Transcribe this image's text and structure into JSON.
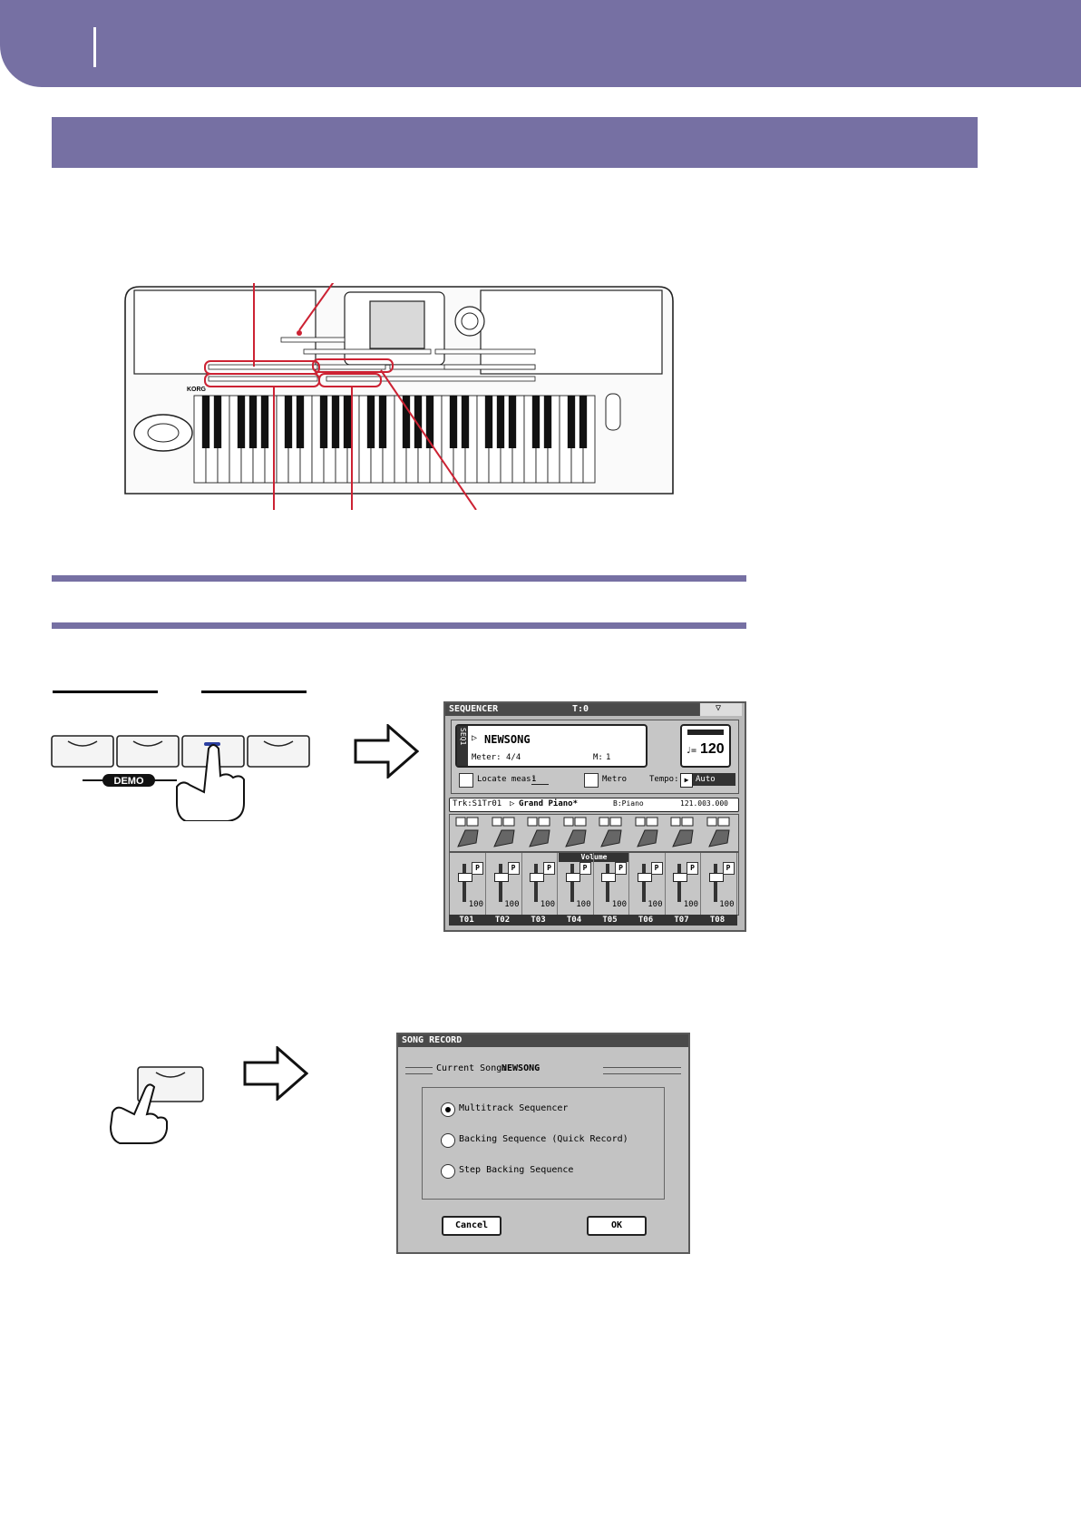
{
  "keyboard": {
    "brand": "KORG"
  },
  "demo_buttons": {
    "label": "DEMO"
  },
  "sequencer_screen": {
    "title": "SEQUENCER",
    "t_label": "T:0",
    "seq_label": "SEQ1",
    "song_name": "NEWSONG",
    "meter_label": "Meter:",
    "meter_value": "4/4",
    "measure_label": "M:",
    "measure_value": "1",
    "tempo_value": "120",
    "tempo_prefix": "♩=",
    "locate_label": "Locate meas:",
    "locate_value": "1",
    "metro_label": "Metro",
    "tempo_label": "Tempo:",
    "tempo_mode": "Auto",
    "track_info": "Trk:S1Tr01",
    "track_sound": "Grand Piano*",
    "bank": "B:Piano",
    "program_number": "121.003.000",
    "volume_label": "Volume",
    "track_values": [
      "100",
      "100",
      "100",
      "100",
      "100",
      "100",
      "100",
      "100"
    ],
    "track_labels": [
      "T01",
      "T02",
      "T03",
      "T04",
      "T05",
      "T06",
      "T07",
      "T08"
    ],
    "track_icons": [
      "grand-piano-icon",
      "acoustic-guitar-icon",
      "electric-guitar-icon",
      "bass-guitar-icon",
      "guitar-icon",
      "strings-icon",
      "violin-icon",
      "synth-keyboard-icon"
    ]
  },
  "song_record": {
    "title": "SONG RECORD",
    "current_song_label": "Current Song:",
    "current_song": "NEWSONG",
    "options": [
      "Multitrack Sequencer",
      "Backing Sequence (Quick Record)",
      "Step Backing Sequence"
    ],
    "cancel_label": "Cancel",
    "ok_label": "OK"
  },
  "colors": {
    "accent": "#7670a3",
    "highlight": "#cc2233"
  }
}
